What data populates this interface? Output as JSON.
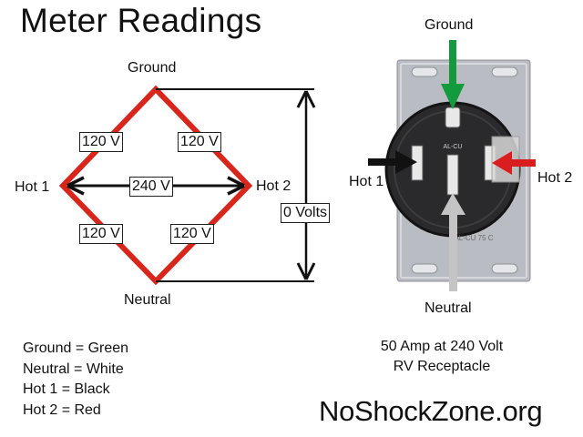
{
  "title": "Meter Readings",
  "diagram": {
    "ground": "Ground",
    "neutral": "Neutral",
    "hot1": "Hot 1",
    "hot2": "Hot 2",
    "v_top_left": "120 V",
    "v_top_right": "120 V",
    "v_bottom_left": "120 V",
    "v_bottom_right": "120 V",
    "v_hot_to_hot": "240 V",
    "v_ground_neutral": "0 Volts"
  },
  "receptacle": {
    "ground": "Ground",
    "neutral": "Neutral",
    "hot1": "Hot 1",
    "hot2": "Hot 2",
    "face_text_top": "AL-CU",
    "face_text_bottom": "AL-CU 75 C"
  },
  "legend": [
    "Ground = Green",
    "Neutral = White",
    "Hot 1 = Black",
    "Hot 2 = Red"
  ],
  "caption": {
    "line1": "50 Amp at 240 Volt",
    "line2": "RV Receptacle"
  },
  "site": "NoShockZone.org",
  "colors": {
    "wire_red": "#d9261c",
    "arrow_green": "#129a3c",
    "arrow_red": "#d81e1e",
    "arrow_black": "#111111",
    "arrow_gray": "#c4c4c4",
    "plate_silver": "#b9bcc2",
    "receptacle_body": "#2a2a2c"
  }
}
